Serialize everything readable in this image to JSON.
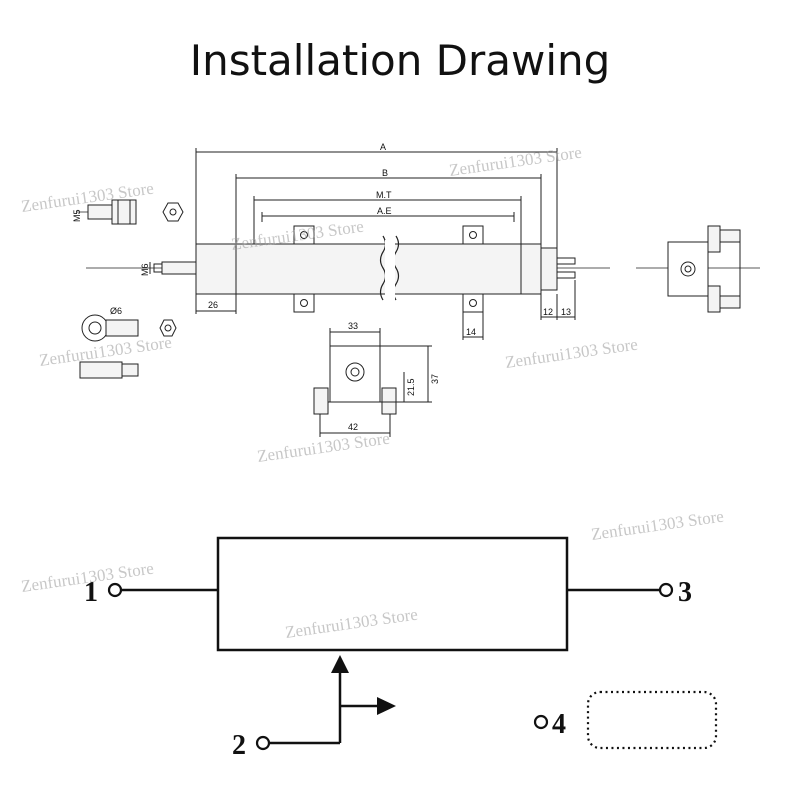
{
  "title": "Installation Drawing",
  "dimensions": {
    "A": "A",
    "B": "B",
    "MT": "M.T",
    "AE": "A.E",
    "d26": "26",
    "d12": "12",
    "d13": "13",
    "d14": "14",
    "d33": "33",
    "d42": "42",
    "d21_5": "21.5",
    "d37": "37",
    "phi6": "Ø6",
    "m6": "M6",
    "m5": "M5"
  },
  "pins": {
    "p1": "1",
    "p2": "2",
    "p3": "3",
    "p4": "4"
  },
  "watermark": "Zenfurui1303 Store"
}
